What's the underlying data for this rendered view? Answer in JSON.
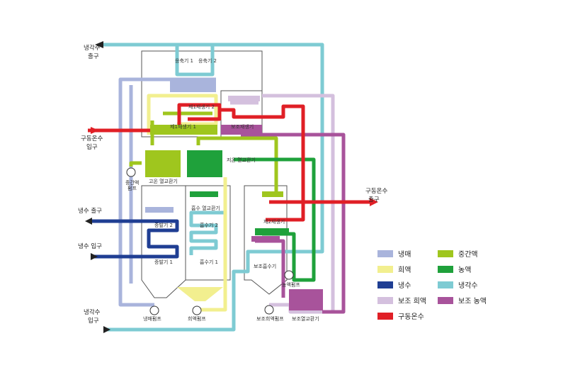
{
  "colors": {
    "refrigerant": "#a9b4dc",
    "dilute": "#f2ef8f",
    "chilled_water": "#1f3e93",
    "aux_dilute": "#d4c0de",
    "driving_hot_water": "#e01f26",
    "intermediate": "#9fc61e",
    "concentrated": "#1fa13b",
    "cooling_water": "#7ecbd3",
    "aux_concentrated": "#a8539b",
    "vessel": "#555555"
  },
  "ports": {
    "cooling_out": [
      "냉각수",
      "출구"
    ],
    "driving_in": [
      "구동온수",
      "입구"
    ],
    "chilled_out": "냉수 출구",
    "chilled_in": "냉수 입구",
    "cooling_in": [
      "냉각수",
      "입구"
    ],
    "driving_out": [
      "구동온수",
      "출구"
    ]
  },
  "components": {
    "condenser1": "응축기 1",
    "condenser2": "응축기 2",
    "gen2": "제1재생기 2",
    "gen1": "제1재생기 1",
    "aux_gen": "보조재생기",
    "ht_hx": "고온 열교환기",
    "lt_hx": "저온 열교환기",
    "inter_pump": [
      "중간액",
      "펌프"
    ],
    "abs_hx": "흡수 열교환기",
    "gen_second": "제2재생기",
    "evap2": "증발기 2",
    "absorber2": "흡수기 2",
    "evap1": "증발기 1",
    "absorber1": "흡수기 1",
    "aux_absorber": "보조흡수기",
    "conc_pump": "농액펌프",
    "aux_dilute_pump": "보조희액펌프",
    "aux_hx": "보조열교환기",
    "refrig_pump": "냉매펌프",
    "dilute_pump": "희액펌프"
  },
  "legend": [
    {
      "label": "냉매",
      "color": "#a9b4dc"
    },
    {
      "label": "중간액",
      "color": "#9fc61e"
    },
    {
      "label": "희액",
      "color": "#f2ef8f"
    },
    {
      "label": "농액",
      "color": "#1fa13b"
    },
    {
      "label": "냉수",
      "color": "#1f3e93"
    },
    {
      "label": "냉각수",
      "color": "#7ecbd3"
    },
    {
      "label": "보조 희액",
      "color": "#d4c0de"
    },
    {
      "label": "보조 농액",
      "color": "#a8539b"
    },
    {
      "label": "구동온수",
      "color": "#e01f26"
    }
  ]
}
